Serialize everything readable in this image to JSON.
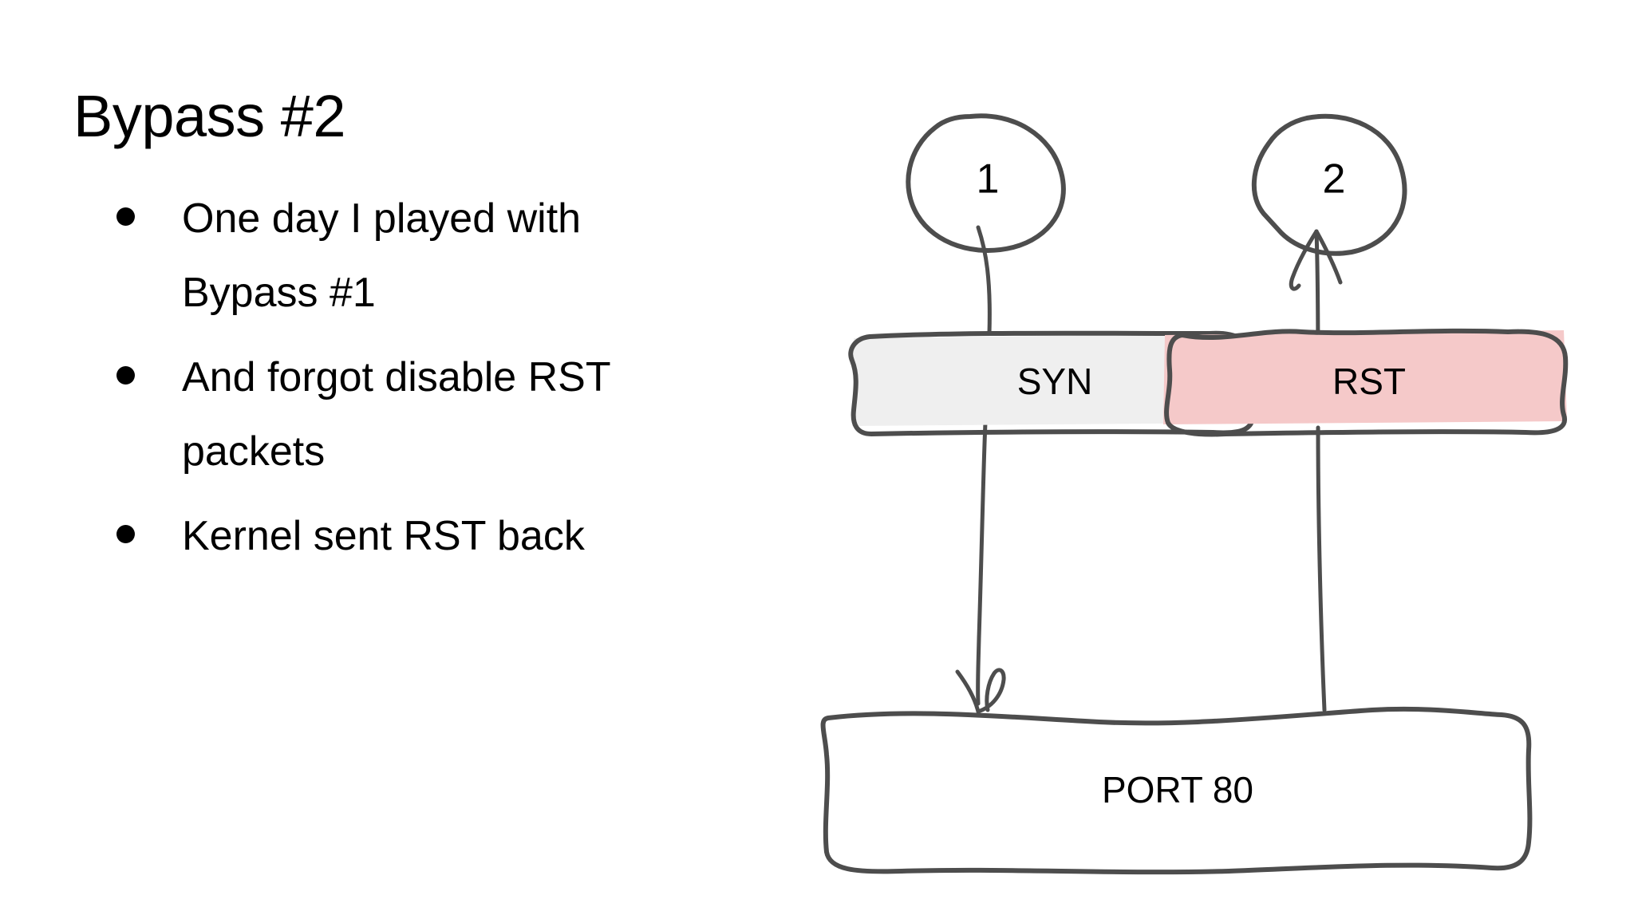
{
  "slide": {
    "title": "Bypass #2",
    "background_color": "#ffffff"
  },
  "bullets": [
    {
      "text": "One day I played with Bypass #1"
    },
    {
      "text": "And forgot disable RST packets"
    },
    {
      "text": "Kernel sent RST back"
    }
  ],
  "diagram": {
    "style": "hand-drawn",
    "stroke_color": "#4d4d4d",
    "badges": [
      {
        "label": "1",
        "name": "step-1"
      },
      {
        "label": "2",
        "name": "step-2"
      }
    ],
    "nodes": [
      {
        "label": "SYN",
        "fill": "#efefef",
        "name": "syn-packet"
      },
      {
        "label": "RST",
        "fill": "#f5c9c9",
        "name": "rst-packet"
      },
      {
        "label": "PORT 80",
        "fill": "#ffffff",
        "name": "port-80"
      }
    ],
    "arrows": [
      {
        "from": "step-1",
        "to": "port-80",
        "through": "syn-packet",
        "direction": "down"
      },
      {
        "from": "port-80",
        "to": "step-2",
        "through": "rst-packet",
        "direction": "up"
      }
    ]
  }
}
